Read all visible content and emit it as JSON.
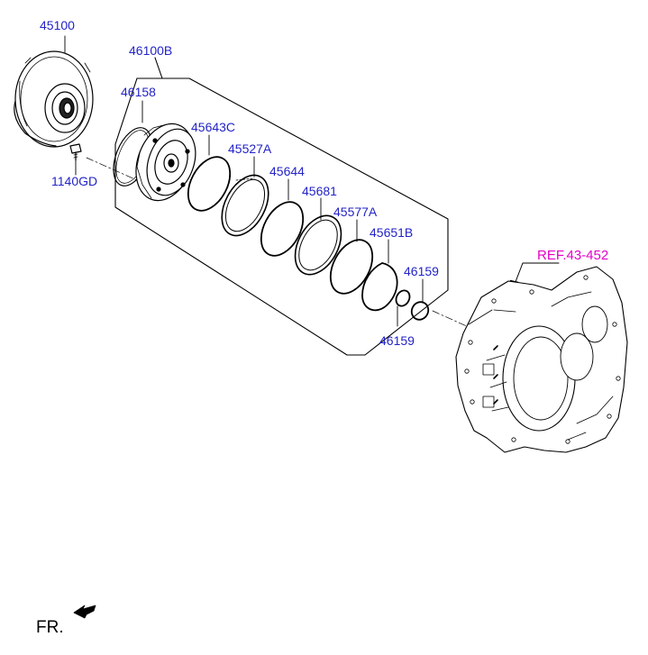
{
  "colors": {
    "label": "#2323c8",
    "ref_label": "#e400c8",
    "line": "#000000",
    "part_fill": "#ffffff",
    "part_shade": "#e6e6e6",
    "housing_detail": "#555555"
  },
  "labels": {
    "torque_converter": "45100",
    "bolt": "1140GD",
    "pump_assy": "46100B",
    "o_ring": "46158",
    "seal_45643c": "45643C",
    "bearing_45527a": "45527A",
    "seal_45644": "45644",
    "bearing_45681": "45681",
    "seal_45577a": "45577A",
    "snap_ring": "45651B",
    "seal_46159_top": "46159",
    "seal_46159_bottom": "46159"
  },
  "reference": {
    "label": "REF.43-452",
    "icon": "arrow-leader-icon"
  },
  "front_indicator": {
    "label": "FR.",
    "icon": "front-arrow-icon"
  },
  "part_icons": {
    "torque_converter": "torque-converter-icon",
    "bolt": "bolt-icon",
    "pump_body": "oil-pump-icon",
    "housing": "transaxle-housing-icon"
  }
}
